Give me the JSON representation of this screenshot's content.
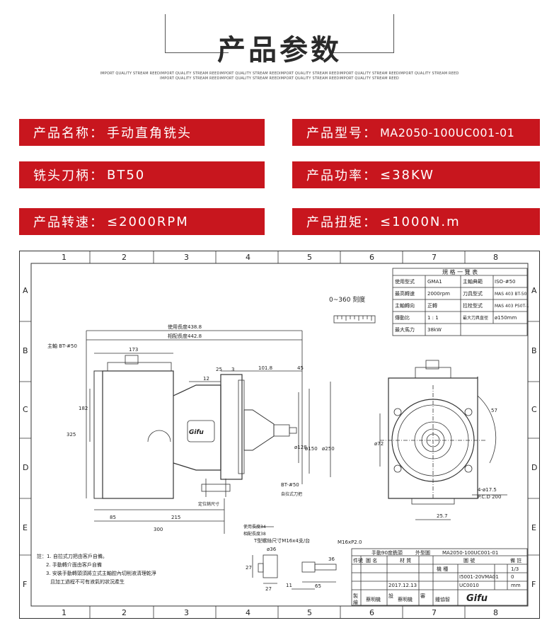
{
  "header": {
    "title": "产品参数",
    "subtitle_1": "IMPORT QUALITY STREAM REEDIMPORT QUALITY STREAM REEDIMPORT QUALITY STREAM REEDIMPORT QUALITY STREAM REEDIMPORT QUALITY STREAM REEDIMPORT QUALITY STREAM REED",
    "subtitle_2": "IMPORT QUALITY STREAM REEDIMPORT QUALITY STREAM REEDIMPORT QUALITY STREAM REEDIMPORT QUALITY STREAM REED"
  },
  "specs": [
    {
      "label": "产品名称：",
      "value": "手动直角铣头"
    },
    {
      "label": "产品型号：",
      "value": "MA2050-100UC001-01"
    },
    {
      "label": "铣头刀柄：",
      "value": "BT50"
    },
    {
      "label": "产品功率：",
      "value": "≤38KW"
    },
    {
      "label": "产品转速：",
      "value": "≤2000RPM"
    },
    {
      "label": "产品扭矩：",
      "value": "≤1000N.m"
    }
  ],
  "colors": {
    "accent": "#c8161e",
    "line": "#333333"
  },
  "drawing": {
    "col_numbers": [
      "1",
      "2",
      "3",
      "4",
      "5",
      "6",
      "7",
      "8"
    ],
    "row_letters": [
      "A",
      "B",
      "C",
      "D",
      "E",
      "F"
    ],
    "spec_table": {
      "title": "規 格 一 覽 表",
      "rows": [
        [
          "使用型式",
          "GMA1",
          "主軸典範",
          "ISO-#50"
        ],
        [
          "最高轉速",
          "2000rpm",
          "刀具型式",
          "MAS 403 BT-50"
        ],
        [
          "主軸轉向",
          "正轉",
          "拉栓型式",
          "MAS 403 P50T-1"
        ],
        [
          "傳動比",
          "1 : 1",
          "最大刀具直徑",
          "ø150mm"
        ],
        [
          "最大馬力",
          "38kW",
          "",
          ""
        ]
      ]
    },
    "dims": {
      "scale": "0~360 刻度",
      "d_4388": "使用長度438.8",
      "d_4428": "相配長度442.8",
      "spindle": "主軸 BT-#50",
      "d_173": "173",
      "d_25": "25",
      "d_3": "3",
      "d_1018": "101.8",
      "d_45": "45",
      "d_12": "12",
      "d_182": "182",
      "d_325": "325",
      "d_128": "ø128",
      "d_150": "ø150",
      "d_250": "ø250",
      "d_72": "ø72",
      "bt50": "BT-#50",
      "autoclamp": "自拉式刀把",
      "d_85": "85",
      "d_215": "215",
      "d_300": "300",
      "positioning": "定位銷尺寸",
      "use_len": "使用長度34",
      "match_len": "相配長度38",
      "t_bolt": "T型螺絲尺寸M16x4支/台",
      "m16": "M16xP2.0",
      "d_36": "ø36",
      "d_36b": "36",
      "d_27": "27",
      "d_27b": "27",
      "d_11": "11",
      "d_65": "65",
      "pcd": "4-ø17.5",
      "pcd2": "P.C.D 200",
      "d_257": "25.7",
      "r_57": "57",
      "brand": "Gifu"
    },
    "notes": [
      "註：1. 自拉式刀把由客戶自備。",
      "2. 手動轉介面由客戶自備",
      "3. 安裝手動轉頭須將立式主軸腔內切削液清理乾淨",
      "且加工過程不可有液氣的狀況產生"
    ],
    "title_block": {
      "name": "手動90度銑頭",
      "outline": "外型圖",
      "drawing_no": "MA2050-100UC001-01",
      "part_label": "件號",
      "name_label": "圖 名",
      "material_label": "材 質",
      "drawing_label": "圖 號",
      "remark_label": "備 註",
      "machine": "機 種",
      "machine_val": "I5001-20VMA01",
      "date": "2017.12.13",
      "model": "UC0010",
      "scale": "1/3",
      "rev": "0",
      "unit": "mm",
      "designer": "蔡明機",
      "designer2": "蔡明機",
      "checker": "鍾協智",
      "drawn": "製",
      "design": "設",
      "check": "審",
      "draw_label": "繪",
      "logo": "Gifu"
    }
  }
}
